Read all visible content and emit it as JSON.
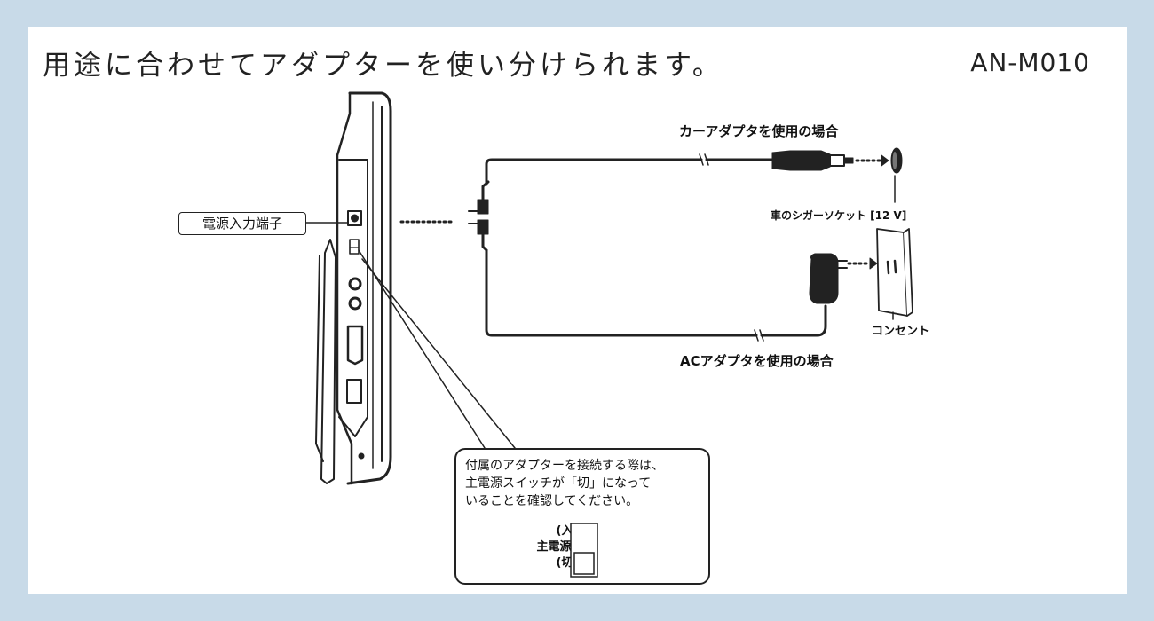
{
  "headline": "用途に合わせてアダプターを使い分けられます。",
  "model": "AN-M010",
  "labels": {
    "power_port": "電源入力端子",
    "car_adapter": "カーアダプタを使用の場合",
    "cigar_socket": "車のシガーソケット [12 V]",
    "outlet": "コンセント",
    "ac_adapter": "ACアダプタを使用の場合"
  },
  "note": {
    "lines": [
      "付属のアダプターを接続する際は、",
      "主電源スイッチが「切」になって",
      "いることを確認してください。"
    ],
    "switch_on": "(入)",
    "switch_name": "主電源",
    "switch_off": "(切)"
  },
  "colors": {
    "background": "#c8dae8",
    "card": "#ffffff",
    "line": "#222222"
  }
}
